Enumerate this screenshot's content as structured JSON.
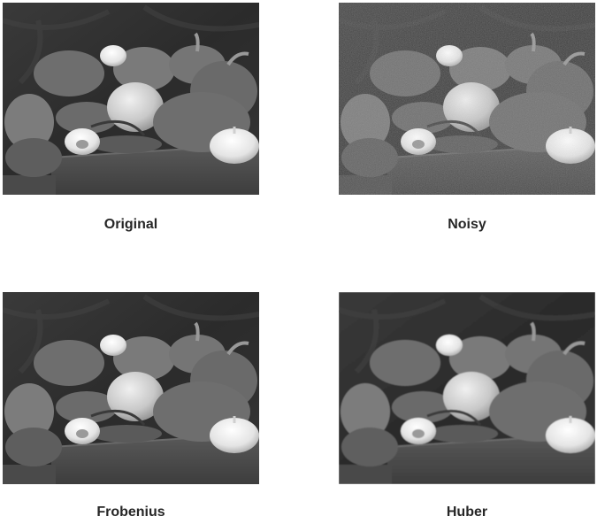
{
  "figure": {
    "panels": [
      {
        "id": "original",
        "caption": "Original",
        "filter": "none"
      },
      {
        "id": "noisy",
        "caption": "Noisy",
        "filter": "noise"
      },
      {
        "id": "frobenius",
        "caption": "Frobenius",
        "filter": "none"
      },
      {
        "id": "huber",
        "caption": "Huber",
        "filter": "soft"
      }
    ],
    "scene_icon": "peppers-grayscale-photo"
  }
}
